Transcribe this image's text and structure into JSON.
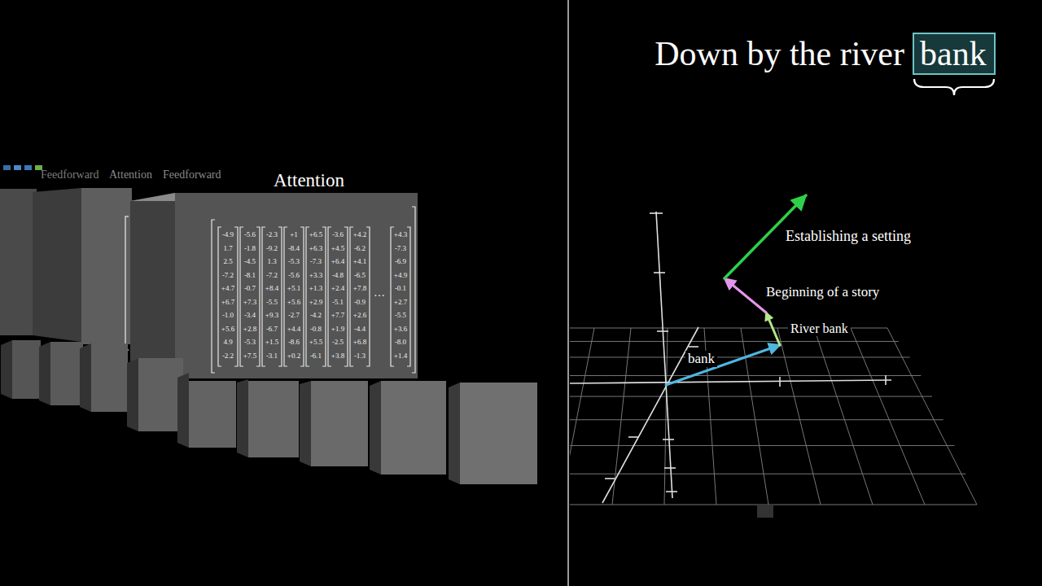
{
  "diagram": {
    "nodes": [
      {
        "text": [
          "bank"
        ]
      }
    ],
    "labels": [
      "Feedforward",
      "Attention",
      "Feedforward",
      "Attention",
      "-4.9",
      "1.7",
      "2.5",
      "-7.2",
      "+4.7",
      "+6.7",
      "-1.0",
      "+5.6",
      "4.9",
      "-2.2",
      "-5.6",
      "-1.8",
      "-4.5",
      "-8.1",
      "-0.7",
      "+7.3",
      "-3.4",
      "+2.8",
      "-5.3",
      "+7.5",
      "-2.3",
      "-9.2",
      "1.3",
      "-7.2",
      "+8.4",
      "-5.5",
      "+9.3",
      "-6.7",
      "+1.5",
      "-3.1",
      "+1",
      "-8.4",
      "-5.3",
      "-5.6",
      "+5.1",
      "+5.6",
      "-2.7",
      "+4.4",
      "-8.6",
      "+0.2",
      "+6.5",
      "+6.3",
      "-7.3",
      "+3.3",
      "+1.3",
      "+2.9",
      "-4.2",
      "-0.8",
      "+5.5",
      "-6.1",
      "-3.6",
      "+4.5",
      "+6.4",
      "-4.8",
      "+2.4",
      "-5.1",
      "+7.7",
      "+1.9",
      "-2.5",
      "+3.8",
      "+4.2",
      "-6.2",
      "+4.1",
      "-6.5",
      "+7.8",
      "-0.9",
      "+2.6",
      "-4.4",
      "+6.8",
      "-1.3",
      "+4.3",
      "-7.3",
      "-6.9",
      "+4.9",
      "-0.1",
      "+2.7",
      "-5.5",
      "+3.6",
      "-8.0",
      "+1.4",
      "…",
      "Down by the river",
      "bank",
      "River bank",
      "Beginning of a story",
      "Establishing a setting"
    ]
  }
}
